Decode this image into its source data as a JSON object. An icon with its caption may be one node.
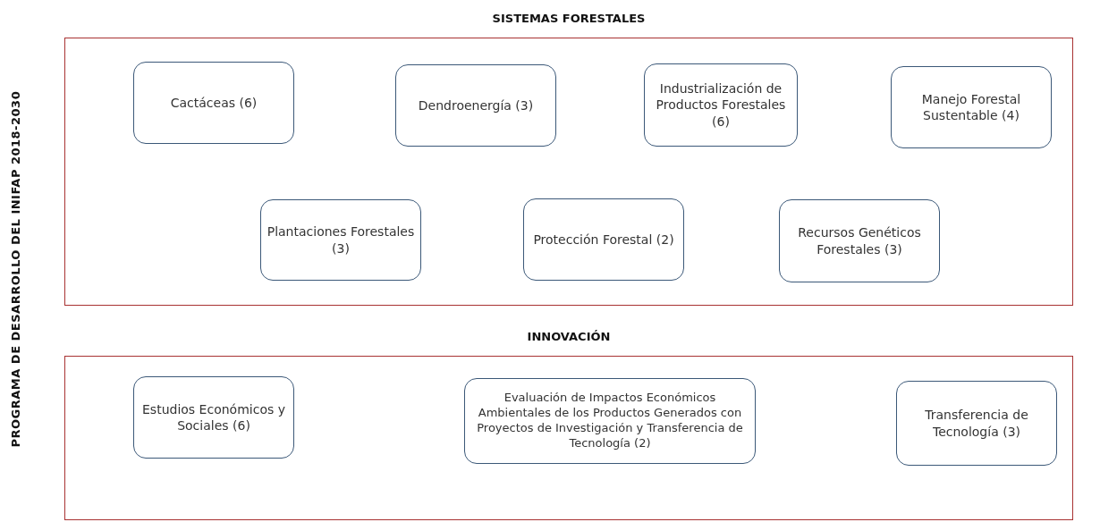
{
  "diagram": {
    "nodes": [
      {
        "text": [
          "SISTEMAS FORESTALES"
        ]
      },
      {
        "text": [
          "Cactáceas (6)"
        ],
        "in": 0
      },
      {
        "text": [
          "Dendroenergía (3)"
        ],
        "in": 0
      },
      {
        "text": [
          "Industrialización de Productos Forestales (6)"
        ],
        "in": 0
      },
      {
        "text": [
          "Manejo Forestal Sustentable (4)"
        ],
        "in": 0
      },
      {
        "text": [
          "Plantaciones Forestales (3)"
        ],
        "in": 0
      },
      {
        "text": [
          "Protección Forestal (2)"
        ],
        "in": 0
      },
      {
        "text": [
          "Recursos Genéticos Forestales (3)"
        ],
        "in": 0
      },
      {
        "text": [
          "INNOVACIÓN"
        ]
      },
      {
        "text": [
          "Estudios Económicos y Sociales (6)"
        ],
        "in": 8
      },
      {
        "text": [
          "Evaluación de Impactos Económicos Ambientales de los Productos Generados con Proyectos de Investigación y Transferencia de Tecnología  (2)"
        ],
        "in": 8
      },
      {
        "text": [
          "Transferencia de Tecnología (3)"
        ],
        "in": 8
      }
    ],
    "labels": [
      "PROGRAMA DE DESARROLLO DEL INIFAP 2018-2030"
    ]
  }
}
